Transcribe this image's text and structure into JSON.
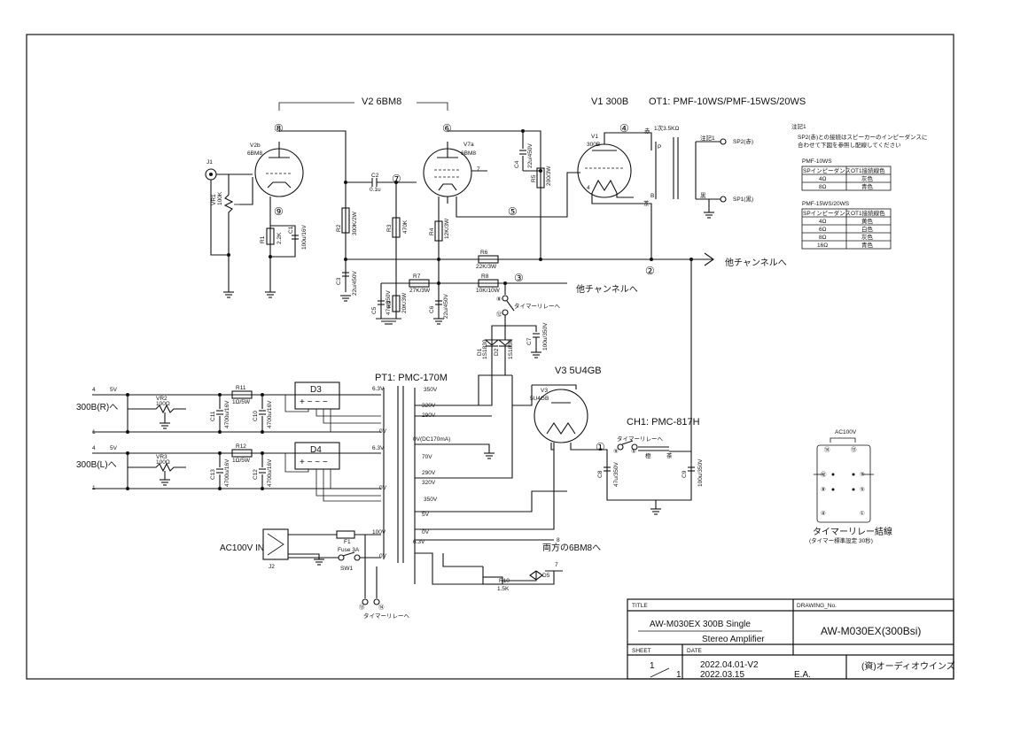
{
  "title_block": {
    "title_header": "TITLE",
    "drawing_no_header": "DRAWING_No.",
    "title_line1": "AW-M030EX  300B Single",
    "title_line2": "Stereo Amplifier",
    "drawing_no": "AW-M030EX(300Bsi)",
    "sheet_header": "SHEET",
    "date_header": "DATE",
    "sheet_num": "1",
    "sheet_total": "1",
    "date1": "2022.04.01-V2",
    "date2": "2022.03.15",
    "author": "E.A.",
    "company": "(資)オーディオウインズ"
  },
  "tubes": {
    "v2_title": "V2 6BM8",
    "v2b_name": "V2b",
    "v2b_type": "6BM8",
    "v7a_name": "V7a",
    "v7a_type": "6BM8",
    "v1_title": "V1 300B",
    "v1_name": "V1",
    "v1_type": "300B",
    "v3_title": "V3 5U4GB",
    "v3_name": "V3",
    "v3_type": "5U4GB"
  },
  "transformers": {
    "ot1_title": "OT1: PMF-10WS/PMF-15WS/20WS",
    "ot_primary": "1次3.5KΩ",
    "ot_p": "P",
    "ot_b": "B",
    "ot_red": "赤",
    "ot_brown": "茶",
    "ot_note": "注記1",
    "ot_black": "黒",
    "pt1_title": "PT1: PMC-170M",
    "ch1_title": "CH1: PMC-817H",
    "ch_yellow": "橙",
    "ch_brown": "茶"
  },
  "pt_taps": {
    "v63_top": "6.3V",
    "v0_a": "0V",
    "v63_b": "6.3V",
    "v0_b": "0V",
    "v350a": "350V",
    "v320a": "320V",
    "v290a": "290V",
    "v0dc": "0V(DC170mA)",
    "v70": "70V",
    "v290b": "290V",
    "v320b": "320V",
    "v350b": "350V",
    "v5": "5V",
    "v0_c": "0V",
    "v63_c": "6.3V",
    "v100": "100V",
    "v0_d": "0V"
  },
  "outputs": {
    "sp2": "SP2(赤)",
    "sp1": "SP1(黒)",
    "other_ch_b": "他チャンネルへ",
    "other_ch_3": "他チャンネルへ",
    "both_6bm8": "両方の6BM8へ",
    "timer_relay": "タイマーリレーへ",
    "timer_relay2": "タイマーリレーへ",
    "timer_relay3": "タイマーリレーへ"
  },
  "inputs": {
    "j1": "J1",
    "j2": "J2",
    "ac100v_in": "AC100V IN",
    "f1": "F1",
    "fuse": "Fuse 3A",
    "sw1": "SW1",
    "r_out": "300B(R)へ",
    "l_out": "300B(L)へ",
    "v5_r": "5V",
    "v5_l": "5V",
    "pin4_r": "4",
    "pin1_r": "1",
    "pin4_l": "4",
    "pin1_l": "1"
  },
  "components": {
    "vr1": "VR1",
    "vr1v": "100K",
    "r1": "R1",
    "r1v": "2.2K",
    "c1": "C1",
    "c1v": "100u/16V",
    "r2": "R2",
    "r2v": "300K/2W",
    "c2": "C2",
    "c2v": "0.1u",
    "r3": "R3",
    "r3v": "470K",
    "r4": "R4",
    "r4v": "12K/3W",
    "c4": "C4",
    "c4v": "22u/450V",
    "r5": "R5",
    "r5v": "200/3W",
    "r6": "R6",
    "r6v": "22K/3W",
    "c3": "C3",
    "c3v": "22u/450V",
    "r7": "R7",
    "r7v": "27K/3W",
    "c5": "C5",
    "c5v": "47u/350V",
    "r9": "R9",
    "r9v": "20K/3W",
    "c6": "C6",
    "c6v": "22u/450V",
    "r8": "R8",
    "r8v": "10K/10W",
    "d1": "D1",
    "d1v": "1S1830",
    "d2": "D2",
    "d2v": "1S1830",
    "c7": "C7",
    "c7v": "100u/350V",
    "c8": "C8",
    "c8v": "47u/350V",
    "c9": "C9",
    "c9v": "100u/350V",
    "vr2": "VR2",
    "vr2v": "100Ω",
    "r11": "R11",
    "r11v": "1Ω/5W",
    "c11": "C11",
    "c11v": "4700u/16V",
    "c10": "C10",
    "c10v": "4700u/16V",
    "d3": "D3",
    "vr3": "VR3",
    "vr3v": "100Ω",
    "r12": "R12",
    "r12v": "1Ω/5W",
    "c13": "C13",
    "c13v": "4700u/16V",
    "c12": "C12",
    "c12v": "4700u/16V",
    "d4": "D4",
    "r10": "R10",
    "r10v": "1.5K",
    "d5": "D5",
    "pin8": "8",
    "pin7": "7"
  },
  "nodes": {
    "n1": "①",
    "n2": "②",
    "n3": "③",
    "n4": "④",
    "n5": "⑤",
    "n6": "⑥",
    "n7": "⑦",
    "n8": "⑧",
    "n9": "⑨"
  },
  "relay_pins": {
    "p13": "⑬",
    "p14": "⑭",
    "p12": "⑫",
    "p9": "⑨",
    "p8": "⑧",
    "p5": "⑤",
    "p4": "④",
    "p1": "①",
    "ac": "AC100V",
    "title": "タイマーリレー結線",
    "subtitle": "(タイマー標準設定 30秒)"
  },
  "note_table": {
    "note_title": "注記1",
    "note_line1": "SP2(赤)との接続はスピーカーのインピーダンスに",
    "note_line2": "合わせて下図を参照し配線してください",
    "t1_title": "PMF-10WS",
    "col1": "SPインピーダンス",
    "col2": "OT1接続線色",
    "t1_rows": [
      [
        "4Ω",
        "灰色"
      ],
      [
        "8Ω",
        "青色"
      ]
    ],
    "t2_title": "PMF-15WS/20WS",
    "col1b": "SPインピーダンス",
    "col2b": "OT1接続線色",
    "t2_rows": [
      [
        "4Ω",
        "黄色"
      ],
      [
        "6Ω",
        "白色"
      ],
      [
        "8Ω",
        "灰色"
      ],
      [
        "16Ω",
        "青色"
      ]
    ]
  }
}
